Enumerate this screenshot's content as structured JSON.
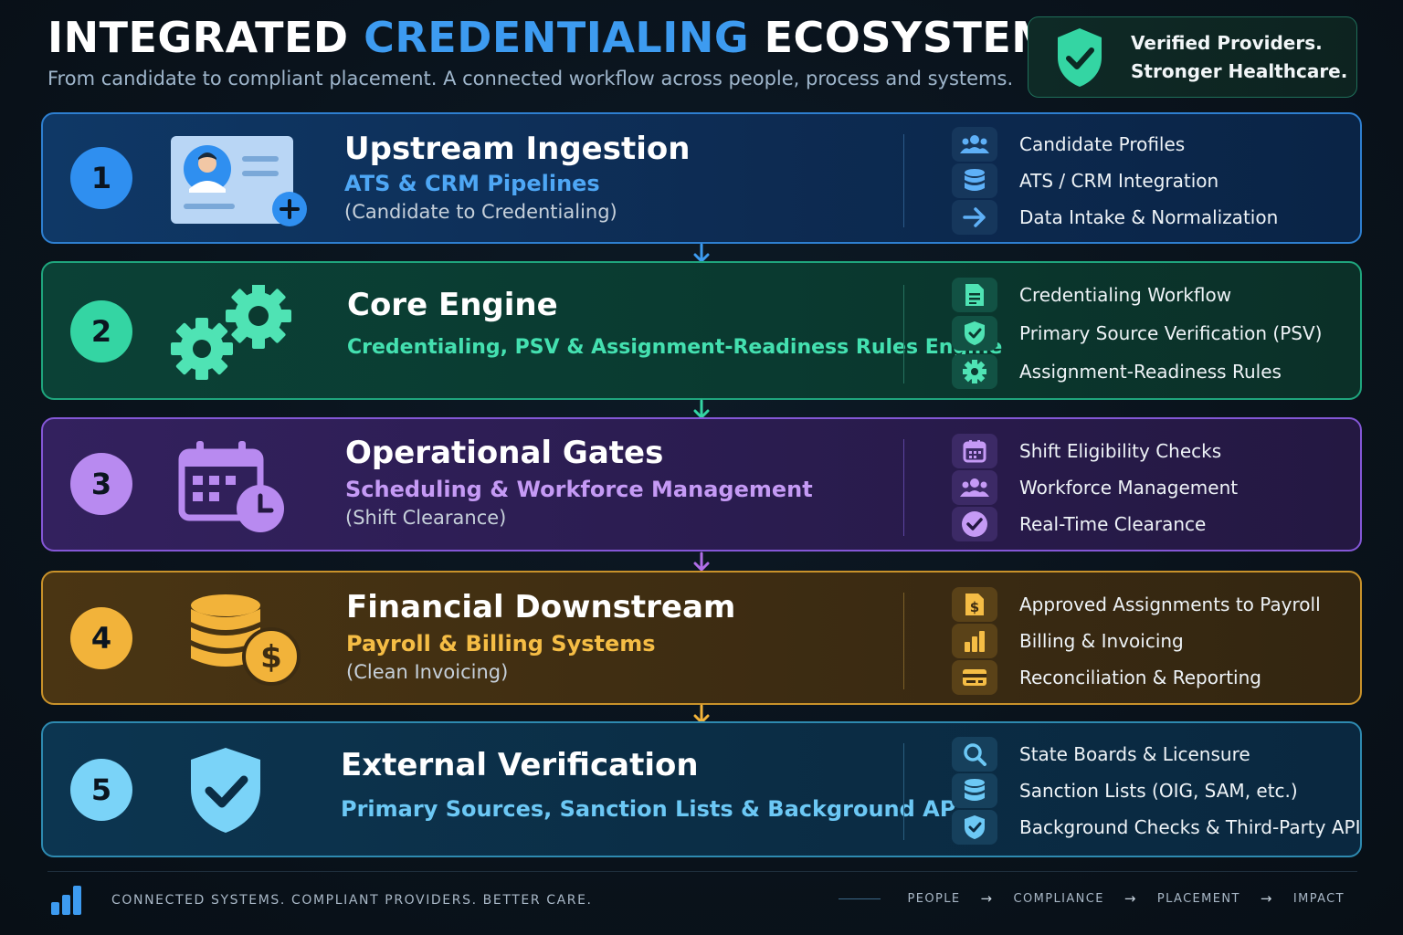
{
  "header": {
    "title_part1": "INTEGRATED ",
    "title_accent": "CREDENTIALING",
    "title_part2": " ECOSYSTEM",
    "subtitle": "From candidate to compliant placement. A connected workflow across people, process and systems."
  },
  "badge": {
    "line1": "Verified Providers.",
    "line2": "Stronger Healthcare.",
    "icon": "shield-check-icon"
  },
  "tiers": [
    {
      "number": "1",
      "title": "Upstream Ingestion",
      "subtitle": "ATS & CRM Pipelines",
      "note": "(Candidate to Credentialing)",
      "illustration": "candidate-profile-card",
      "color": "#2f8ff0",
      "features": [
        {
          "label": "Candidate Profiles",
          "icon": "people-icon"
        },
        {
          "label": "ATS / CRM Integration",
          "icon": "database-icon"
        },
        {
          "label": "Data Intake & Normalization",
          "icon": "arrow-right-icon"
        }
      ]
    },
    {
      "number": "2",
      "title": "Core Engine",
      "subtitle": "Credentialing, PSV & Assignment-Readiness Rules Engine",
      "note": "",
      "illustration": "gears",
      "color": "#34d5a3",
      "features": [
        {
          "label": "Credentialing Workflow",
          "icon": "document-icon"
        },
        {
          "label": "Primary Source Verification (PSV)",
          "icon": "shield-check-icon"
        },
        {
          "label": "Assignment-Readiness Rules",
          "icon": "gear-icon"
        }
      ]
    },
    {
      "number": "3",
      "title": "Operational Gates",
      "subtitle": "Scheduling & Workforce Management",
      "note": "(Shift Clearance)",
      "illustration": "calendar-clock",
      "color": "#b88af0",
      "features": [
        {
          "label": "Shift Eligibility Checks",
          "icon": "calendar-icon"
        },
        {
          "label": "Workforce Management",
          "icon": "people-icon"
        },
        {
          "label": "Real-Time Clearance",
          "icon": "check-circle-icon"
        }
      ]
    },
    {
      "number": "4",
      "title": "Financial Downstream",
      "subtitle": "Payroll & Billing Systems",
      "note": "(Clean Invoicing)",
      "illustration": "coins-dollar",
      "color": "#f2b33a",
      "features": [
        {
          "label": "Approved Assignments to Payroll",
          "icon": "dollar-document-icon"
        },
        {
          "label": "Billing & Invoicing",
          "icon": "bar-chart-icon"
        },
        {
          "label": "Reconciliation & Reporting",
          "icon": "card-icon"
        }
      ]
    },
    {
      "number": "5",
      "title": "External Verification",
      "subtitle": "Primary Sources, Sanction Lists & Background AP",
      "note": "",
      "illustration": "shield-check",
      "color": "#7ad3f8",
      "features": [
        {
          "label": "State Boards & Licensure",
          "icon": "search-icon"
        },
        {
          "label": "Sanction Lists (OIG, SAM, etc.)",
          "icon": "database-icon"
        },
        {
          "label": "Background Checks & Third-Party APIs",
          "icon": "shield-check-icon"
        }
      ]
    }
  ],
  "footer": {
    "tagline": "CONNECTED SYSTEMS.  COMPLIANT PROVIDERS.  BETTER CARE.",
    "flow": [
      "PEOPLE",
      "COMPLIANCE",
      "PLACEMENT",
      "IMPACT"
    ],
    "flow_arrow": "→",
    "icon": "bar-chart-icon"
  }
}
